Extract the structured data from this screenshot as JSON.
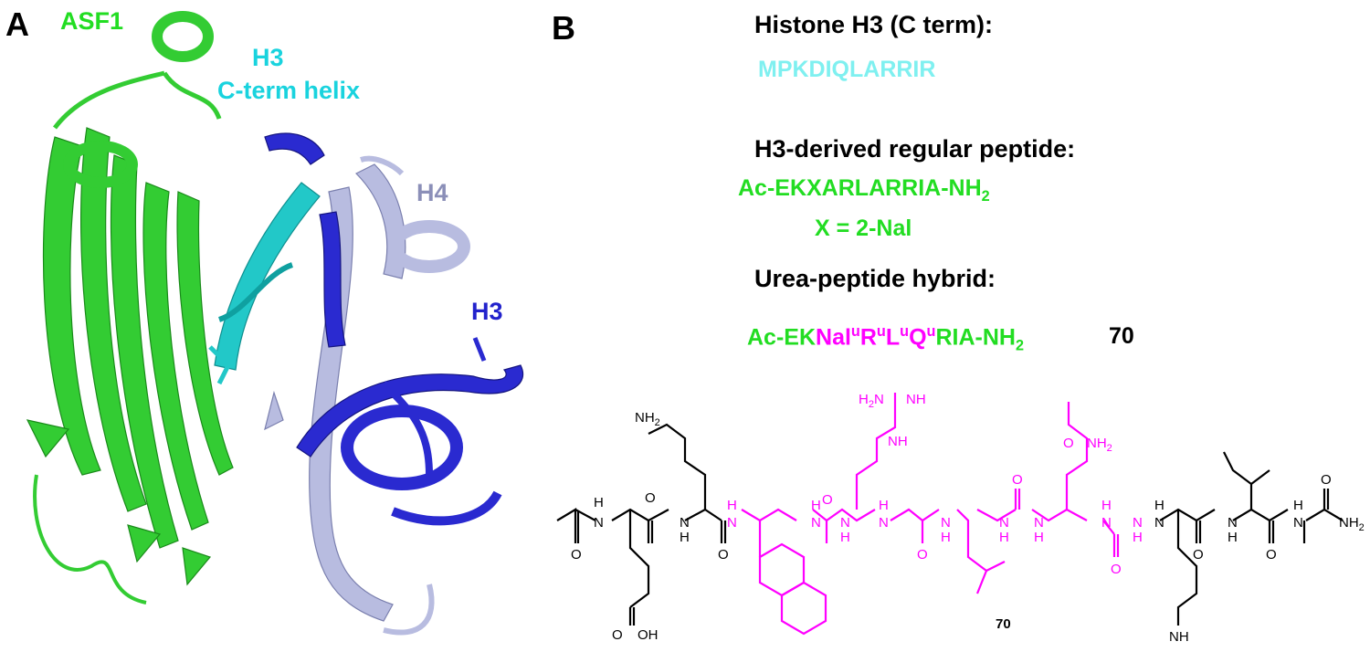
{
  "panel_a": {
    "letter": "A",
    "labels": {
      "asf1": "ASF1",
      "h3_c_term_line1": "H3",
      "h3_c_term_line2": "C-term helix",
      "h4": "H4",
      "h3": "H3"
    }
  },
  "panel_b": {
    "letter": "B",
    "histone_heading": "Histone H3 (C term):",
    "histone_seq": "MPKDIQLARRIR",
    "regular_heading": "H3-derived regular peptide:",
    "regular_seq_main": "Ac-EKXARLARRIA-NH",
    "regular_seq_sub": "2",
    "regular_x_def": "X = 2-Nal",
    "hybrid_heading": "Urea-peptide hybrid:",
    "hybrid_seq": {
      "prefix": "Ac-EK",
      "nal": "Nal",
      "u1": "u",
      "r": "R",
      "u2": "u",
      "l": "L",
      "u3": "u",
      "q": "Q",
      "u4": "u",
      "suffix": "RIA-NH",
      "suffix_sub": "2"
    },
    "hybrid_number": "70",
    "structure": {
      "compound_number": "70",
      "atoms": {
        "nh2_lys": "NH",
        "nh2_lys_sub": "2",
        "nh": "NH",
        "n_h": "H",
        "n": "N",
        "o": "O",
        "oh": "OH",
        "h2n": "H",
        "h2n_n": "N",
        "nh_top": "NH",
        "nh2": "NH",
        "nh2_sub": "2"
      }
    }
  },
  "colors": {
    "asf1": "#22dd22",
    "h3_c_term": "#19d3de",
    "h4": "#b8bce0",
    "h3": "#2a2ad0",
    "urea": "#ff00ff",
    "peptide": "#000000"
  }
}
